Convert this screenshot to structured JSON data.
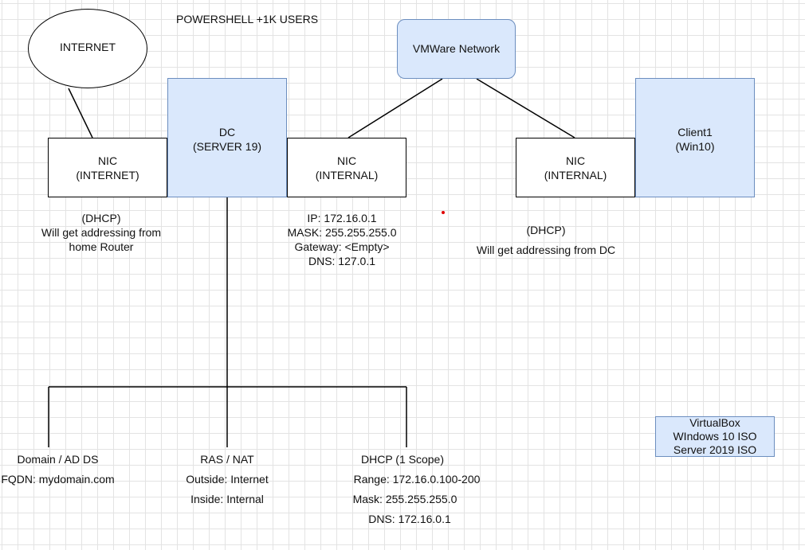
{
  "title": "POWERSHELL +1K USERS",
  "internet": "INTERNET",
  "vmware": "VMWare Network",
  "dc": {
    "line1": "DC",
    "line2": "(SERVER 19)"
  },
  "client": {
    "line1": "Client1",
    "line2": "(Win10)"
  },
  "nic_internet": {
    "line1": "NIC",
    "line2": "(INTERNET)"
  },
  "nic_internal_dc": {
    "line1": "NIC",
    "line2": "(INTERNAL)"
  },
  "nic_internal_client": {
    "line1": "NIC",
    "line2": "(INTERNAL)"
  },
  "internet_note": [
    "(DHCP)",
    "Will get addressing from",
    "home Router"
  ],
  "dc_internal_config": [
    "IP: 172.16.0.1",
    "MASK: 255.255.255.0",
    "Gateway: <Empty>",
    "DNS: 127.0.1"
  ],
  "client_note": [
    "(DHCP)",
    "Will get addressing from DC"
  ],
  "roles": {
    "adds": {
      "title": "Domain / AD DS",
      "detail": "FQDN: mydomain.com"
    },
    "ras": {
      "title": "RAS / NAT",
      "outside": "Outside: Internet",
      "inside": "Inside: Internal"
    },
    "dhcp": {
      "title": "DHCP (1 Scope)",
      "range": "Range: 172.16.0.100-200",
      "mask": "Mask: 255.255.255.0",
      "dns": "DNS: 172.16.0.1"
    }
  },
  "virtualbox": [
    "VirtualBox",
    "WIndows 10 ISO",
    "Server 2019 ISO"
  ],
  "colors": {
    "server_fill": "#dae8fc",
    "server_stroke": "#6c8ebf",
    "line": "#000000",
    "marker": "#e00000"
  }
}
